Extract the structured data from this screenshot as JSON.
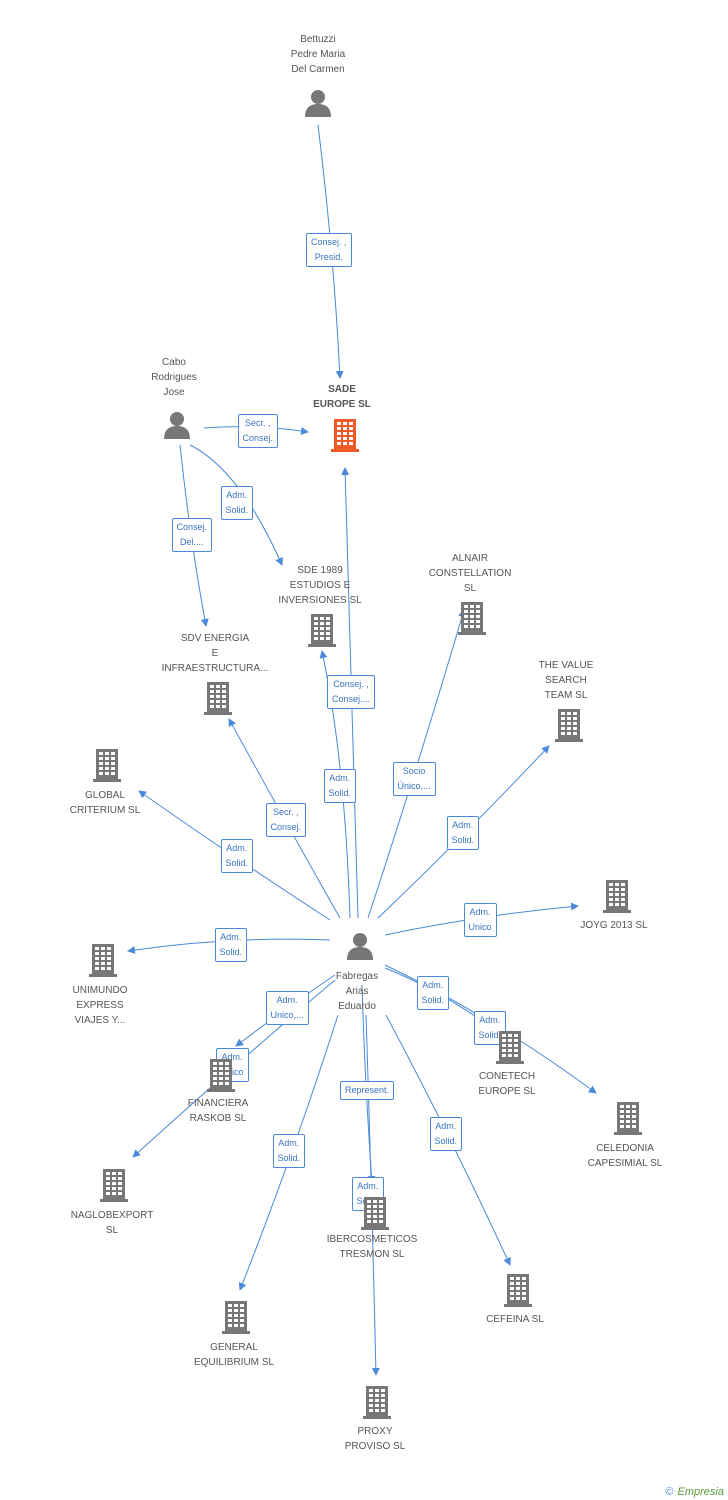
{
  "colors": {
    "edge": "#4a8ad8",
    "company": "#777777",
    "focus": "#f05a28",
    "person": "#777777"
  },
  "footer": {
    "copyright": "©",
    "brand": "Empresia"
  },
  "nodes": [
    {
      "id": "bettuzzi",
      "type": "person",
      "label": "Bettuzzi\nPedre Maria\nDel Carmen"
    },
    {
      "id": "sade",
      "type": "focus",
      "label": "SADE\nEUROPE SL"
    },
    {
      "id": "cabo",
      "type": "person",
      "label": "Cabo\nRodrigues\nJose"
    },
    {
      "id": "sde1989",
      "type": "company",
      "label": "SDE 1989\nESTUDIOS E\nINVERSIONES SL"
    },
    {
      "id": "alnair",
      "type": "company",
      "label": "ALNAIR\nCONSTELLATION\nSL"
    },
    {
      "id": "sdv",
      "type": "company",
      "label": "SDV ENERGIA\nE\nINFRAESTRUCTURA..."
    },
    {
      "id": "valuesearch",
      "type": "company",
      "label": "THE VALUE\nSEARCH\nTEAM  SL"
    },
    {
      "id": "global",
      "type": "company",
      "label": "GLOBAL\nCRITERIUM  SL"
    },
    {
      "id": "joyg",
      "type": "company",
      "label": "JOYG 2013  SL"
    },
    {
      "id": "fabregas",
      "type": "person",
      "label": "Fabregas\nArias\nEduardo"
    },
    {
      "id": "unimundo",
      "type": "company",
      "label": "UNIMUNDO\nEXPRESS\nVIAJES Y..."
    },
    {
      "id": "conetech",
      "type": "company",
      "label": "CONETECH\nEUROPE SL"
    },
    {
      "id": "financiera",
      "type": "company",
      "label": "FINANCIERA\nRASKOB SL"
    },
    {
      "id": "celedonia",
      "type": "company",
      "label": "CELEDONIA\nCAPESIMIAL  SL"
    },
    {
      "id": "naglobexport",
      "type": "company",
      "label": "NAGLOBEXPORT\nSL"
    },
    {
      "id": "ibercosmeticos",
      "type": "company",
      "label": "IBERCOSMETICOS\nTRESMON SL"
    },
    {
      "id": "cefeina",
      "type": "company",
      "label": "CEFEINA  SL"
    },
    {
      "id": "general",
      "type": "company",
      "label": "GENERAL\nEQUILIBRIUM SL"
    },
    {
      "id": "proxy",
      "type": "company",
      "label": "PROXY\nPROVISO SL"
    }
  ],
  "edges": [
    {
      "from": "bettuzzi",
      "to": "sade",
      "label": "Consej. ,\nPresid."
    },
    {
      "from": "cabo",
      "to": "sade",
      "label": "Secr. ,\nConsej."
    },
    {
      "from": "cabo",
      "to": "sde1989",
      "label": "Adm.\nSolid."
    },
    {
      "from": "cabo",
      "to": "sdv",
      "label": "Consej.\nDel...."
    },
    {
      "from": "fabregas",
      "to": "sade",
      "label": "Adm.\nSolid."
    },
    {
      "from": "fabregas",
      "to": "sde1989",
      "label": "Consej. ,\nConsej...."
    },
    {
      "from": "fabregas",
      "to": "alnair",
      "label": "Socio\nÚnico,..."
    },
    {
      "from": "fabregas",
      "to": "valuesearch",
      "label": "Adm.\nSolid."
    },
    {
      "from": "fabregas",
      "to": "sdv",
      "label": "Secr. ,\nConsej."
    },
    {
      "from": "fabregas",
      "to": "global",
      "label": "Adm.\nSolid."
    },
    {
      "from": "fabregas",
      "to": "joyg",
      "label": "Adm.\nUnico"
    },
    {
      "from": "fabregas",
      "to": "unimundo",
      "label": "Adm.\nSolid."
    },
    {
      "from": "fabregas",
      "to": "conetech",
      "label": "Adm.\nSolid."
    },
    {
      "from": "fabregas",
      "to": "celedonia",
      "label": "Adm.\nSolid."
    },
    {
      "from": "fabregas",
      "to": "financiera",
      "label": "Adm.\nUnico,..."
    },
    {
      "from": "fabregas",
      "to": "naglobexport",
      "label": "Adm.\nUnico"
    },
    {
      "from": "fabregas",
      "to": "ibercosmeticos",
      "label": "Represent."
    },
    {
      "from": "fabregas",
      "to": "general",
      "label": "Adm.\nSolid."
    },
    {
      "from": "fabregas",
      "to": "cefeina",
      "label": "Adm.\nSolid."
    },
    {
      "from": "fabregas",
      "to": "proxy",
      "label": "Adm.\nSolid."
    }
  ]
}
